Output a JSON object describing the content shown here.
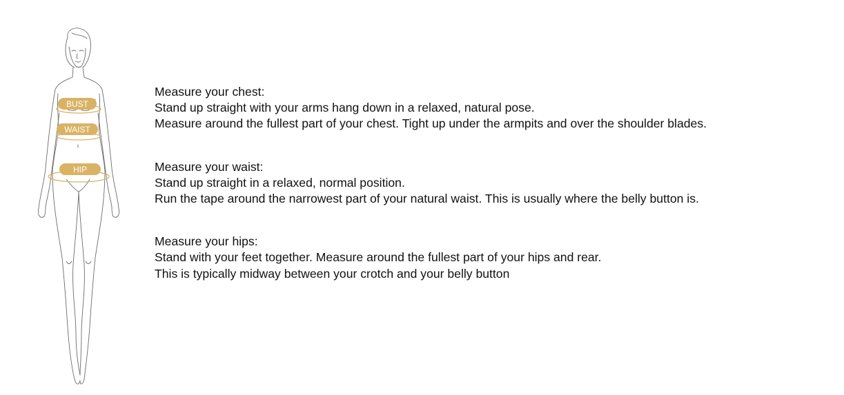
{
  "figure": {
    "labels": {
      "bust": "BUST",
      "waist": "WAIST",
      "hip": "HIP"
    },
    "label_color": "#d9b264",
    "label_text_color": "#ffffff",
    "line_color": "#555555",
    "tape_color": "#d9b264"
  },
  "sections": [
    {
      "heading": "Measure your chest:",
      "lines": [
        "Stand up straight with your arms hang down in a relaxed, natural pose.",
        "Measure around the fullest part of your chest. Tight up under the armpits and over the shoulder blades."
      ]
    },
    {
      "heading": "Measure your waist:",
      "lines": [
        "Stand up straight in a relaxed, normal position.",
        "Run the tape around the narrowest part of your natural waist. This is usually where the belly button is."
      ]
    },
    {
      "heading": "Measure your hips:",
      "lines": [
        "Stand with your feet together. Measure around the fullest part of your hips and rear.",
        "This is typically midway between your crotch and your belly button"
      ]
    }
  ]
}
